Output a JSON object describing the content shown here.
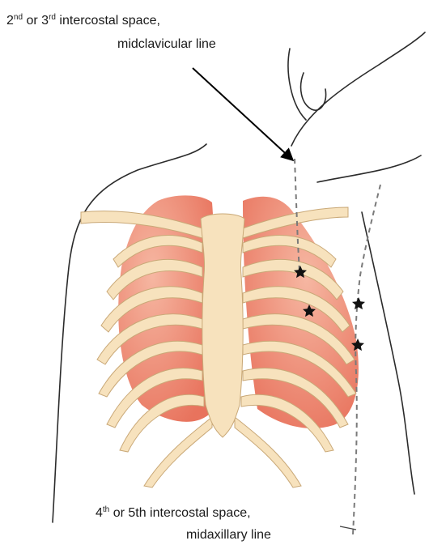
{
  "labels": {
    "top": {
      "ordinal1": "2",
      "ordinal1_suffix": "nd",
      "connector": " or ",
      "ordinal2": "3",
      "ordinal2_suffix": "rd",
      "line1_rest": " intercostal space,",
      "line2": "midclavicular line"
    },
    "bottom": {
      "ordinal1": "4",
      "ordinal1_suffix": "th",
      "line1_rest": " or 5th intercostal space,",
      "line2": "midaxillary line"
    }
  },
  "markers": {
    "count": 4,
    "symbol": "star"
  },
  "colors": {
    "bone": "#f7e2bd",
    "bone_outline": "#c9a877",
    "lung": "#e8735d",
    "lung_light": "#f6b7a2",
    "body_outline": "#2b2b2b",
    "guide_line": "#7a7a7a",
    "arrow": "#000000",
    "star": "#111111"
  }
}
